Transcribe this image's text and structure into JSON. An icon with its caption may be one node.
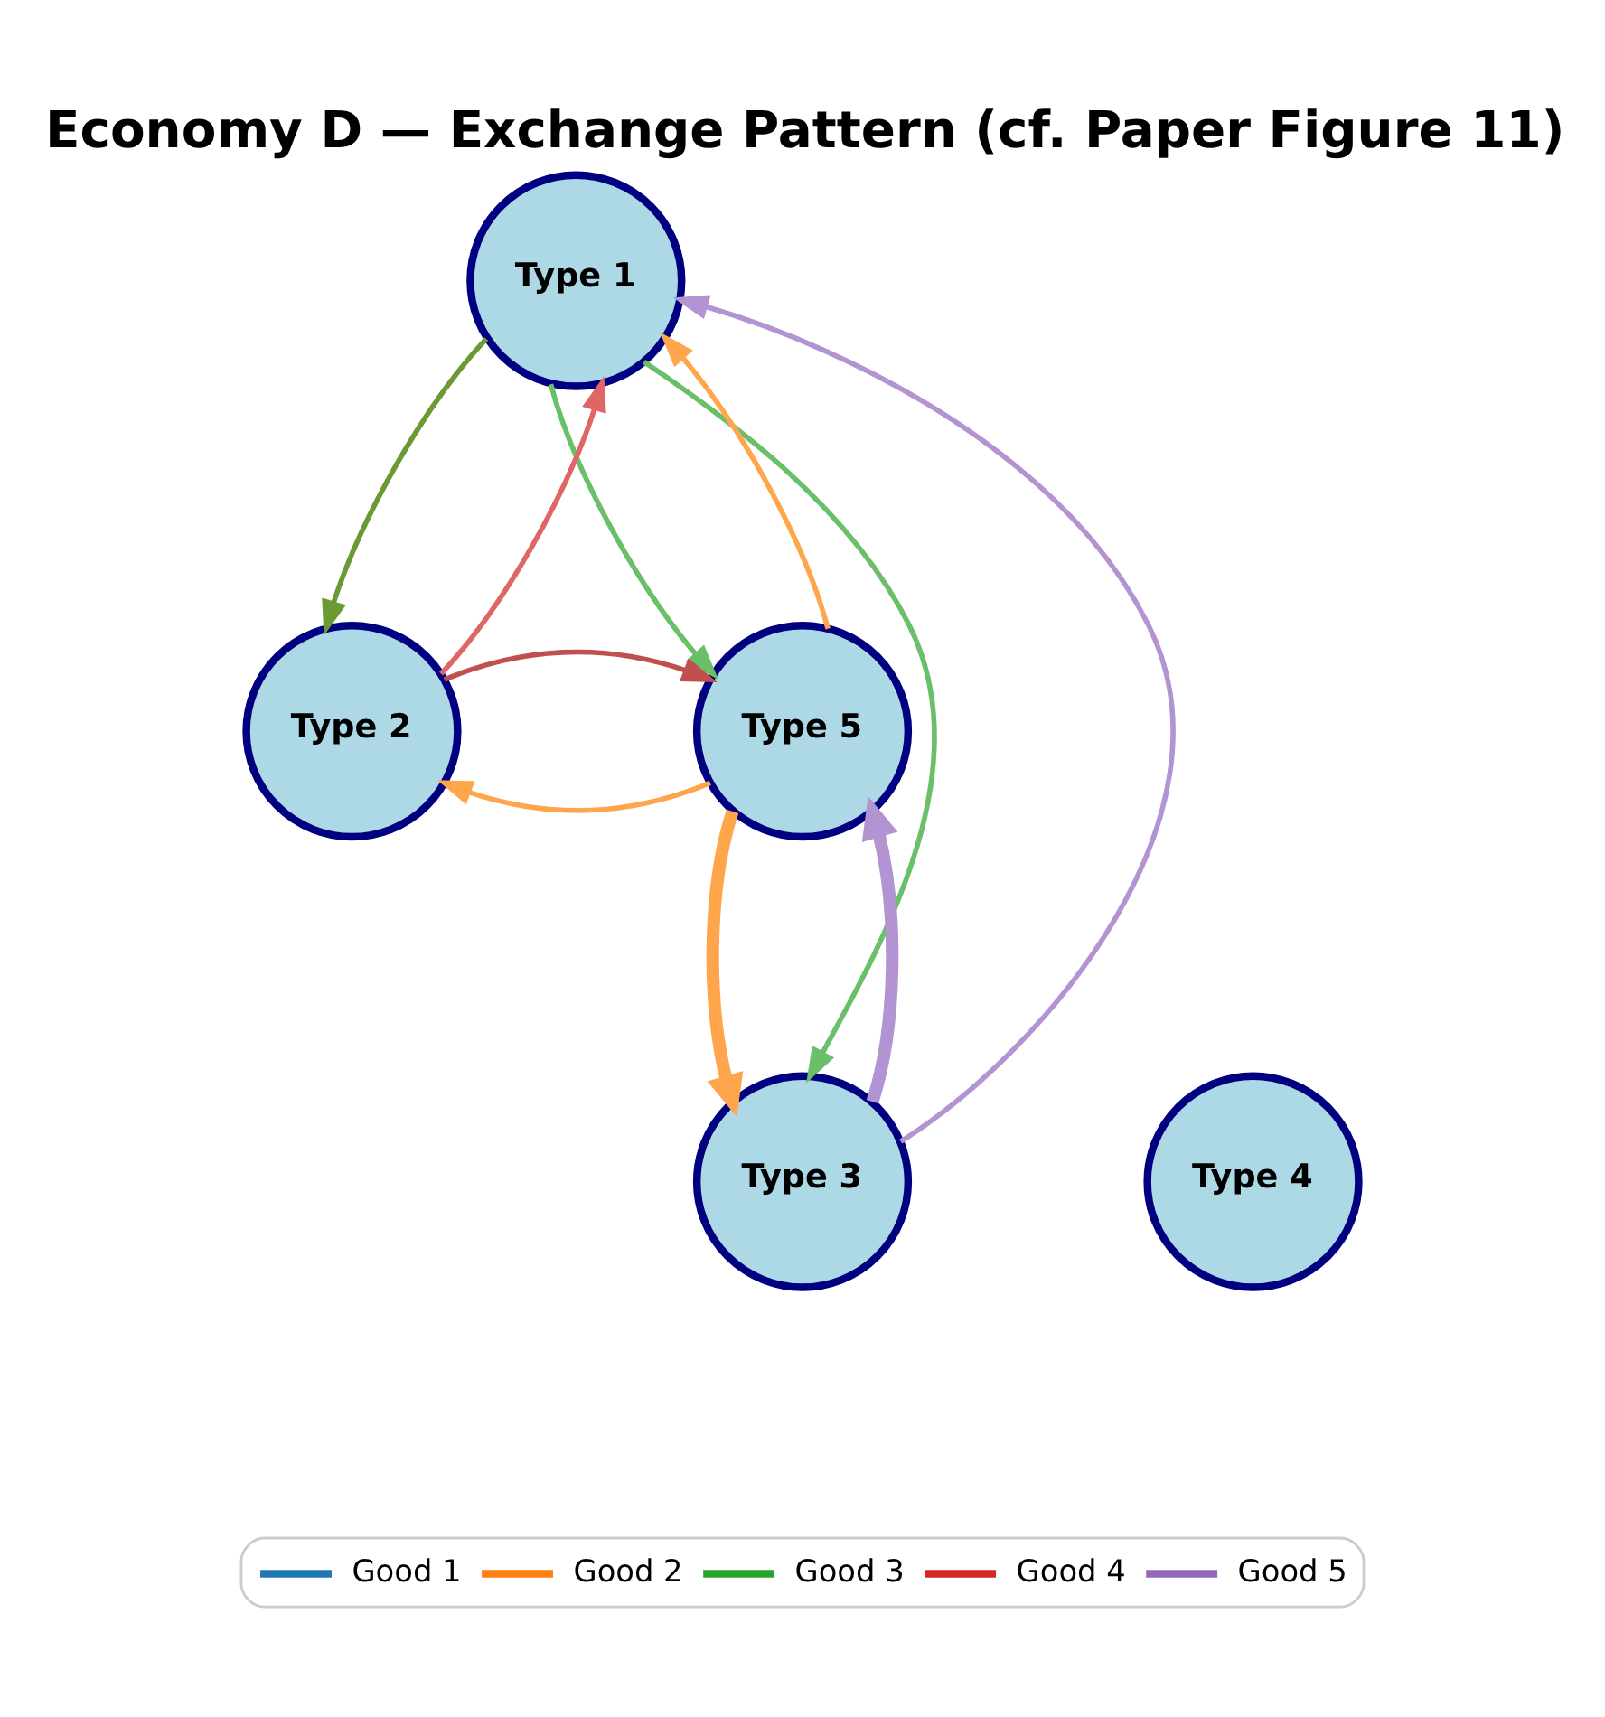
{
  "diagram": {
    "title": "Economy D — Exchange Pattern (cf. Paper Figure 11)",
    "nodes": [
      {
        "text": [
          "Type 1"
        ]
      },
      {
        "text": [
          "Type 2"
        ]
      },
      {
        "text": [
          "Type 5"
        ]
      },
      {
        "text": [
          "Type 3"
        ]
      },
      {
        "text": [
          "Type 4"
        ]
      }
    ],
    "edges": [
      {
        "from": 0,
        "to": 1,
        "arrow": "to",
        "color": "#6b9a35"
      },
      {
        "from": 1,
        "to": 0,
        "arrow": "to",
        "color": "#e06666"
      },
      {
        "from": 0,
        "to": 2,
        "arrow": "to",
        "color": "#6abf69"
      },
      {
        "from": 2,
        "to": 0,
        "arrow": "to",
        "color": "#ffa64d"
      },
      {
        "from": 2,
        "to": 1,
        "arrow": "to",
        "color": "#ffa64d"
      },
      {
        "from": 1,
        "to": 2,
        "arrow": "to",
        "color": "#c0504d"
      },
      {
        "from": 0,
        "to": 3,
        "arrow": "to",
        "color": "#6abf69"
      },
      {
        "from": 3,
        "to": 0,
        "arrow": "to",
        "color": "#b394d3"
      },
      {
        "from": 2,
        "to": 3,
        "arrow": "to",
        "style": "thick",
        "color": "#ffa64d"
      },
      {
        "from": 3,
        "to": 2,
        "arrow": "to",
        "style": "thick",
        "color": "#b394d3"
      }
    ],
    "legend": [
      {
        "text": "Good 1",
        "color": "#1f77b4"
      },
      {
        "text": "Good 2",
        "color": "#ff7f0e"
      },
      {
        "text": "Good 3",
        "color": "#2ca02c"
      },
      {
        "text": "Good 4",
        "color": "#d62728"
      },
      {
        "text": "Good 5",
        "color": "#9467bd"
      }
    ]
  }
}
